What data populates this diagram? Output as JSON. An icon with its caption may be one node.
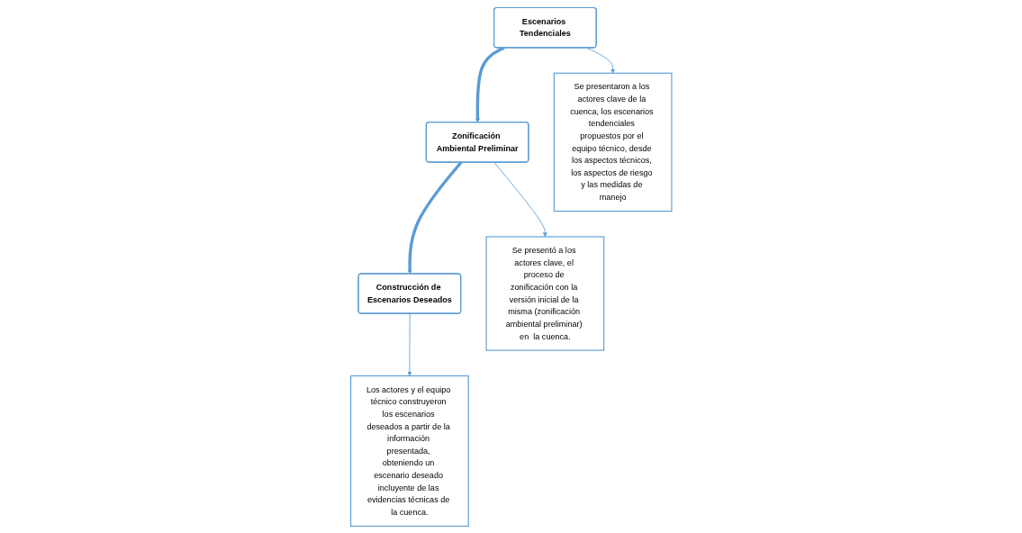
{
  "diagram": {
    "nodes": [
      {
        "text": [
          "Escenarios Tendenciales"
        ]
      },
      {
        "text": [
          "Zonificación Ambiental Preliminar"
        ]
      },
      {
        "text": [
          "Construcción de Escenarios Deseados"
        ]
      },
      {
        "text": [
          "Se presentaron a los actores clave de la cuenca, los escenarios tendenciales propuestos por el equipo técnico, desde los aspectos técnicos, los aspectos de riesgo y las medidas de manejo"
        ]
      },
      {
        "text": [
          "Se presentó a los actores clave, el proceso de zonificación con la versión inicial de la misma (zonificación ambiental preliminar) en  la cuenca."
        ]
      },
      {
        "text": [
          "Los actores y el equipo técnico construyeron los escenarios deseados a partir de la información presentada, obteniendo un escenario deseado incluyente de las evidencias técnicas de la cuenca."
        ]
      }
    ],
    "edges": [
      {
        "from": 0,
        "to": 1,
        "arrow": "to",
        "style": "thick"
      },
      {
        "from": 1,
        "to": 2,
        "arrow": "to",
        "style": "thick"
      },
      {
        "from": 0,
        "to": 3,
        "arrow": "to"
      },
      {
        "from": 1,
        "to": 4,
        "arrow": "to"
      },
      {
        "from": 2,
        "to": 5,
        "arrow": "to"
      }
    ]
  }
}
